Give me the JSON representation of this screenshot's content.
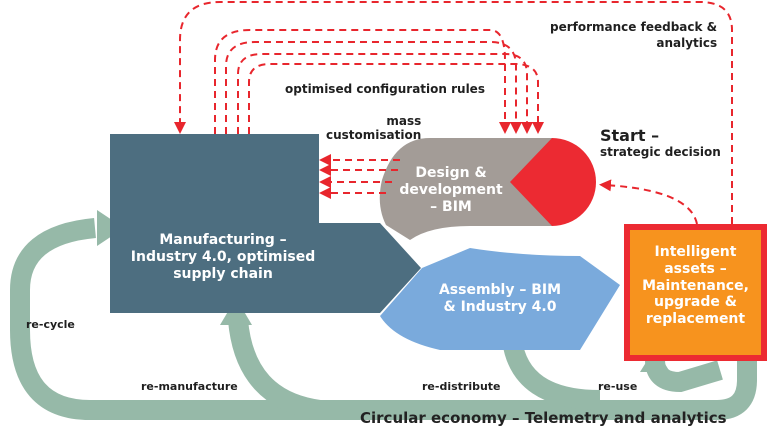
{
  "title": "Circular construction lifecycle diagram",
  "colors": {
    "manufacturing": "#4d6e80",
    "design": "#a39c97",
    "start": "#ec2a32",
    "assembly": "#7aaadc",
    "assets_fill": "#f7931e",
    "assets_border": "#ec2a32",
    "circular_arrow": "#96b9a8",
    "feedback_dashes": "#e8262d"
  },
  "nodes": {
    "manufacturing": [
      "Manufacturing –",
      "Industry 4.0, optimised",
      "supply chain"
    ],
    "design": [
      "Design &",
      "development",
      "– BIM"
    ],
    "assembly": [
      "Assembly – BIM",
      "& Industry 4.0"
    ],
    "assets": [
      "Intelligent",
      "assets –",
      "Maintenance,",
      "upgrade &",
      "replacement"
    ],
    "start_title": "Start –",
    "start_subtitle": "strategic decision"
  },
  "labels": {
    "performance_feedback": [
      "performance feedback &",
      "analytics"
    ],
    "optimised_config": "optimised configuration rules",
    "mass_customisation": [
      "mass",
      "customisation"
    ],
    "re_cycle": "re-cycle",
    "re_manufacture": "re-manufacture",
    "re_distribute": "re-distribute",
    "re_use": "re-use",
    "circular_economy": "Circular economy – Telemetry and analytics"
  }
}
